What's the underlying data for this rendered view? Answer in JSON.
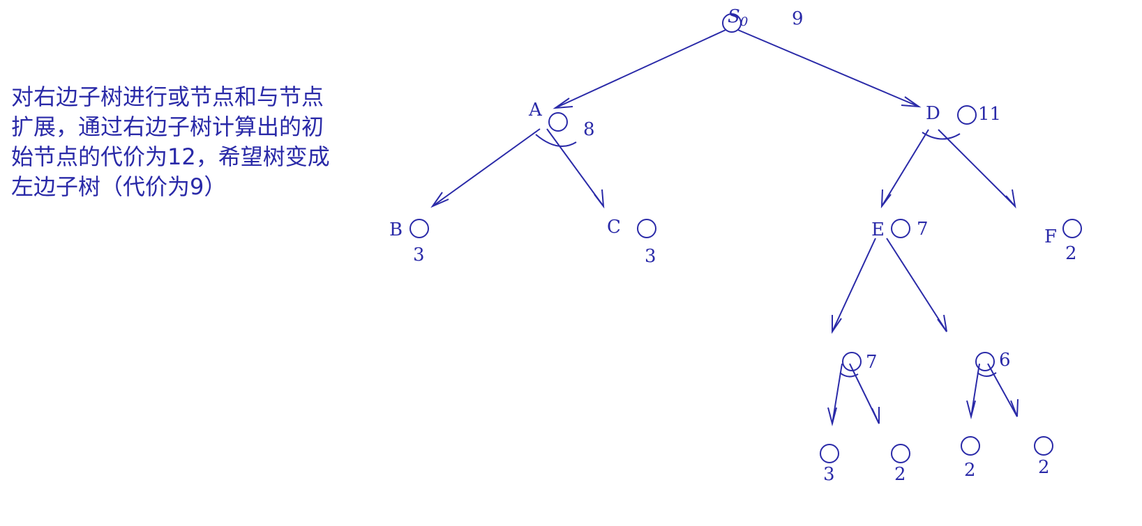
{
  "caption": {
    "lines": [
      "对右边子树进行或节点和与节点",
      "扩展，通过右边子树计算出的初",
      "始节点的代价为12，希望树变成",
      "左边子树（代价为9）"
    ]
  },
  "colors": {
    "ink": "#2a2aa8"
  },
  "tree": {
    "root": {
      "name": "S",
      "subscript": "0",
      "cost": "9"
    },
    "a": {
      "name": "A",
      "cost": "8"
    },
    "b": {
      "name": "B",
      "cost": "3"
    },
    "c": {
      "name": "C",
      "cost": "3"
    },
    "d": {
      "name": "D",
      "cost": "11"
    },
    "e": {
      "name": "E",
      "cost": "7"
    },
    "f": {
      "name": "F",
      "cost": "2"
    },
    "g": {
      "cost": "7"
    },
    "h": {
      "cost": "6"
    },
    "g1": {
      "cost": "3"
    },
    "g2": {
      "cost": "2"
    },
    "h1": {
      "cost": "2"
    },
    "h2": {
      "cost": "2"
    }
  }
}
